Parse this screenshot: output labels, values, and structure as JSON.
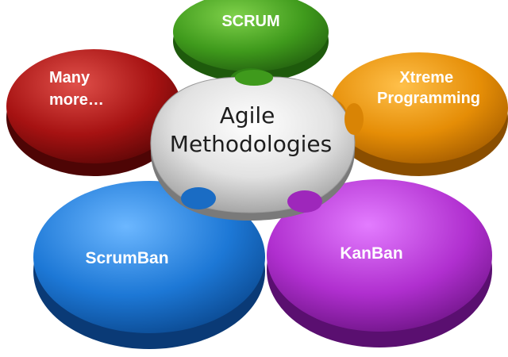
{
  "diagram": {
    "hub": {
      "line1": "Agile",
      "line2": "Methodologies"
    },
    "petals": [
      {
        "id": "scrum",
        "lines": [
          "SCRUM"
        ],
        "color": "#3f9a1c"
      },
      {
        "id": "xtreme",
        "lines": [
          "Xtreme",
          "Programming"
        ],
        "color": "#e58d06"
      },
      {
        "id": "kanban",
        "lines": [
          "KanBan"
        ],
        "color": "#b02fcf"
      },
      {
        "id": "scrumban",
        "lines": [
          "ScrumBan"
        ],
        "color": "#1d78d6"
      },
      {
        "id": "many-more",
        "lines": [
          "Many",
          "more…"
        ],
        "color": "#a61212"
      }
    ],
    "hub_color": "#d6d6d6"
  }
}
